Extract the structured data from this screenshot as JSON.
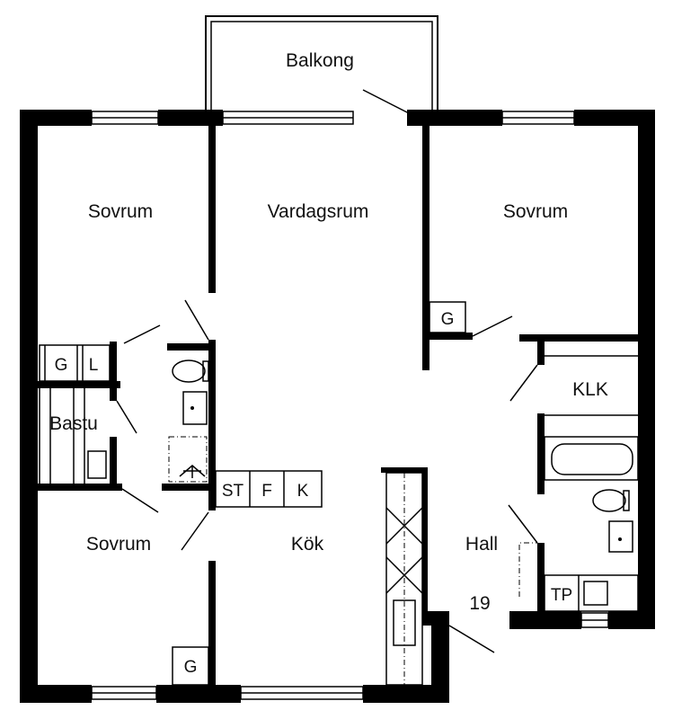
{
  "rooms": {
    "balkong": "Balkong",
    "sovrum_nw": "Sovrum",
    "vardagsrum": "Vardagsrum",
    "sovrum_ne": "Sovrum",
    "klk": "KLK",
    "bastu": "Bastu",
    "sovrum_sw": "Sovrum",
    "kok": "Kök",
    "hall": "Hall"
  },
  "fixtures": {
    "g_ne": "G",
    "g_w": "G",
    "l_w": "L",
    "st": "ST",
    "f": "F",
    "k": "K",
    "g_sw": "G",
    "tp": "TP"
  },
  "apartment_number": "19"
}
